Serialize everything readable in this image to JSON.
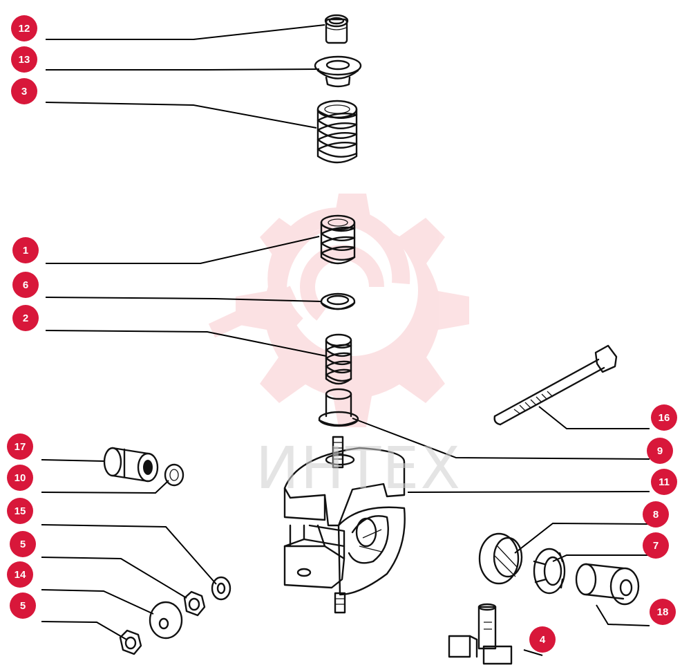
{
  "watermark": {
    "text": "ИНТЕХ",
    "color": "#e8212f"
  },
  "accent_color": "#d8173a",
  "callouts": [
    {
      "id": "c12",
      "label": "12"
    },
    {
      "id": "c13",
      "label": "13"
    },
    {
      "id": "c3",
      "label": "3"
    },
    {
      "id": "c1",
      "label": "1"
    },
    {
      "id": "c6",
      "label": "6"
    },
    {
      "id": "c2",
      "label": "2"
    },
    {
      "id": "c17",
      "label": "17"
    },
    {
      "id": "c10",
      "label": "10"
    },
    {
      "id": "c15",
      "label": "15"
    },
    {
      "id": "c5a",
      "label": "5"
    },
    {
      "id": "c14",
      "label": "14"
    },
    {
      "id": "c5b",
      "label": "5"
    },
    {
      "id": "c16",
      "label": "16"
    },
    {
      "id": "c9",
      "label": "9"
    },
    {
      "id": "c11",
      "label": "11"
    },
    {
      "id": "c8",
      "label": "8"
    },
    {
      "id": "c7",
      "label": "7"
    },
    {
      "id": "c18",
      "label": "18"
    },
    {
      "id": "c4",
      "label": "4"
    }
  ]
}
